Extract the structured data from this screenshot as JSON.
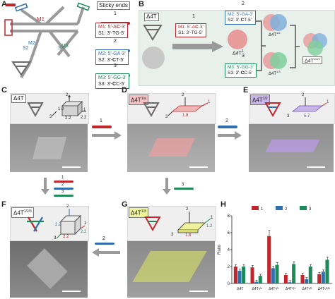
{
  "panels": {
    "A": "A",
    "B": "B",
    "C": "C",
    "D": "D",
    "E": "E",
    "F": "F",
    "G": "G",
    "H": "H"
  },
  "panelA": {
    "sticky_title": "Sticky ends",
    "m1_label": "M1",
    "m2_label": "M2",
    "m3_label": "M3",
    "ends": [
      {
        "num": "1",
        "m": "M1: 5'-A",
        "m_b": "C",
        "m_e": "-3'",
        "s": "S1: 3'-TG-5'",
        "color": "#c0262c"
      },
      {
        "num": "2",
        "m": "M2: 5'-GA-3'",
        "m_b": "",
        "m_e": "",
        "s": "S2: 3'-",
        "s_b": "C",
        "s_e": "T-5'",
        "color": "#2f6fb0"
      },
      {
        "num": "3",
        "m": "M3: 5'-GG-3'",
        "m_b": "",
        "m_e": "",
        "s": "S3: 3'-",
        "s_b": "C",
        "s_e": "C-5'",
        "color": "#1e8a5a"
      }
    ]
  },
  "panelB": {
    "box_label": "Δ4T",
    "ends": [
      {
        "num": "1",
        "m": "M1: 5'-A",
        "m_b": "C",
        "m_e": "-3'",
        "s": "S1: 3'-TG-5'",
        "color": "#c0262c"
      },
      {
        "num": "2",
        "m": "M2: 5'-GA-3'",
        "s": "S2: 3'-",
        "s_b": "C",
        "s_e": "T-5'",
        "color": "#2f6fb0"
      },
      {
        "num": "3",
        "m": "M3: 5'-GG-3'",
        "s": "S3: 3'-",
        "s_b": "C",
        "s_e": "C-5'",
        "color": "#1e8a5a"
      }
    ],
    "center_label": "Δ4T",
    "center_sup": "1",
    "label_12": "Δ4T",
    "sup_12": "1/2",
    "label_13": "Δ4T",
    "sup_13": "1/3",
    "label_123": "Δ4T",
    "sup_123": "1/2/3"
  },
  "panelC": {
    "tag": "Δ4T",
    "dims": [
      "1.0",
      "2.2",
      "2.2"
    ],
    "axes": [
      "1",
      "2",
      "3"
    ]
  },
  "panelD": {
    "tag": "Δ4T",
    "tag_sup": "1/a",
    "dims": [
      "1.8"
    ],
    "axes": [
      "1",
      "2",
      "3"
    ],
    "arrow_num": "1"
  },
  "panelE": {
    "tag": "Δ4T",
    "tag_sup": "1/2",
    "dims": [
      "5.7"
    ],
    "axes": [
      "1",
      "2",
      "3"
    ],
    "arrow_num": "2"
  },
  "panelF": {
    "tag": "Δ4T",
    "tag_sup": "1/2/3",
    "dims": [
      "2.2",
      "2.2",
      "2.2"
    ],
    "axes": [
      "1",
      "2",
      "3"
    ],
    "arrow_nums": [
      "1",
      "2",
      "3"
    ]
  },
  "panelG": {
    "tag": "Δ4T",
    "tag_sup": "1/3",
    "dims": [
      "1.8",
      "1.2"
    ],
    "axes": [
      "1",
      "2",
      "3"
    ],
    "arrow_num": "3",
    "arrow_num_bottom": "2"
  },
  "panelH": {
    "legend": [
      "1",
      "2",
      "3"
    ],
    "colors": [
      "#c0262c",
      "#2f6fb0",
      "#1e8a5a"
    ]
  },
  "chart_data": {
    "type": "bar",
    "categories": [
      "Δ4T",
      "Δ4T¹/ᵃ",
      "Δ4T¹/²",
      "Δ4T²/³",
      "Δ4T¹/³",
      "Δ4T¹/²/³"
    ],
    "series": [
      {
        "name": "1",
        "values": [
          2.0,
          1.9,
          5.6,
          1.0,
          1.0,
          1.1
        ]
      },
      {
        "name": "2",
        "values": [
          1.5,
          0.2,
          1.8,
          0.15,
          0.5,
          1.4
        ]
      },
      {
        "name": "3",
        "values": [
          2.0,
          0.9,
          2.2,
          2.3,
          2.0,
          2.8
        ]
      }
    ],
    "xlabel": "",
    "ylabel": "Ratio",
    "ylim": [
      0,
      8
    ],
    "yticks": [
      "0",
      "2",
      "4",
      "6",
      "8"
    ],
    "legend_position": "top"
  }
}
